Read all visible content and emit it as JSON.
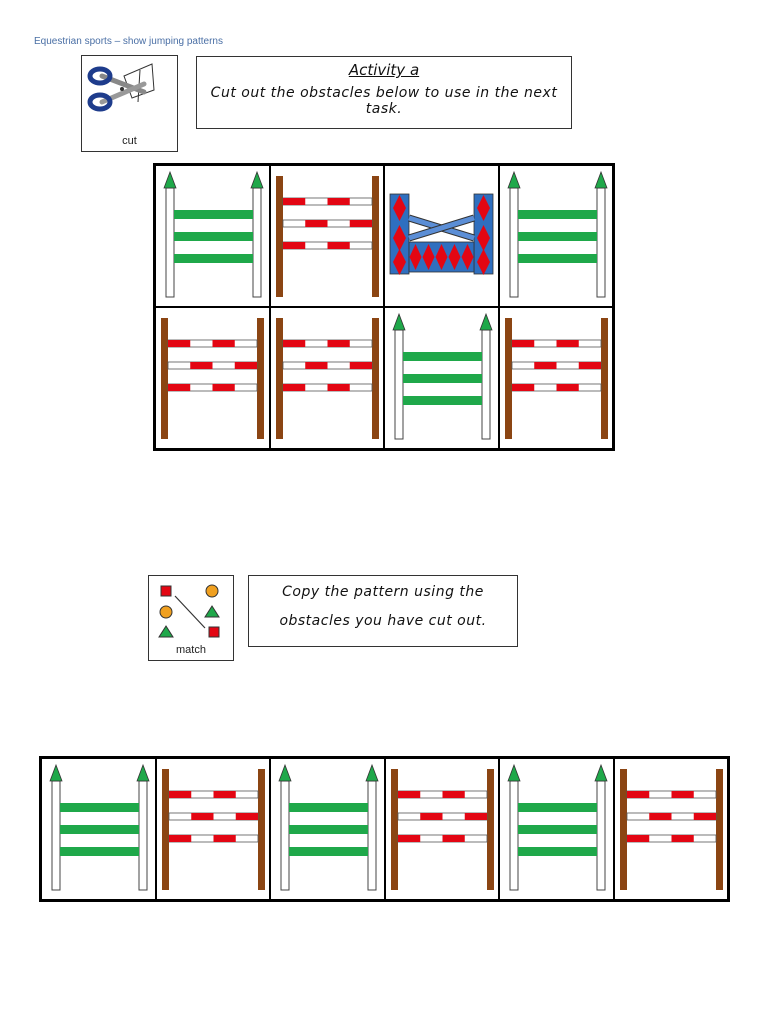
{
  "header": {
    "title": "Equestrian sports – show jumping patterns"
  },
  "activity_a": {
    "symbol_label": "cut",
    "symbol_icon": "scissors-icon",
    "title": "Activity a",
    "instruction": "Cut out the obstacles below to use in the next task."
  },
  "obstacles_grid": {
    "rows": [
      [
        "green-fence",
        "red-white-fence",
        "blue-red-cross-fence",
        "green-fence"
      ],
      [
        "red-white-fence",
        "red-white-fence",
        "green-fence",
        "red-white-fence"
      ]
    ]
  },
  "activity_b": {
    "symbol_label": "match",
    "symbol_icon": "match-shapes-icon",
    "instruction_line1": "Copy the pattern using the",
    "instruction_line2": "obstacles you have cut out."
  },
  "pattern_row": {
    "cells": [
      "green-fence",
      "red-white-fence",
      "green-fence",
      "red-white-fence",
      "green-fence",
      "red-white-fence"
    ]
  },
  "colors": {
    "green": "#1fa84a",
    "red": "#e30613",
    "brown": "#8b4513",
    "blue": "#2f6fbf",
    "header_text": "#4a6fa5"
  }
}
